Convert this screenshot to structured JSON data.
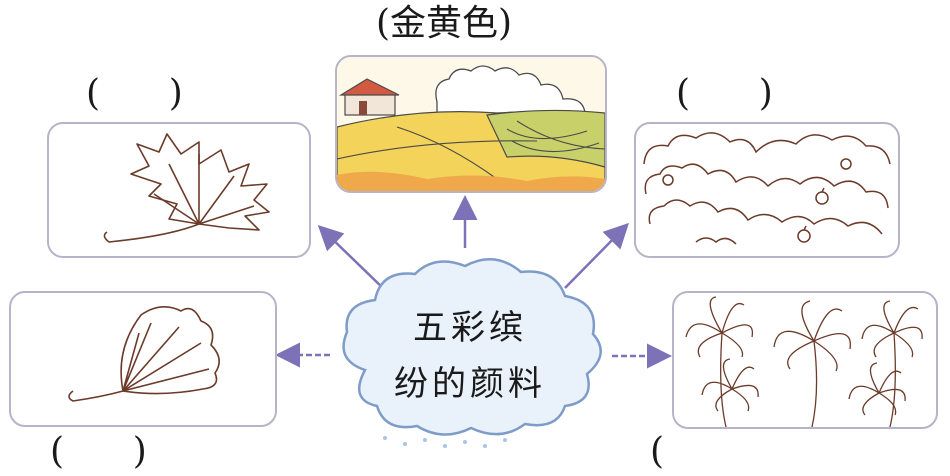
{
  "top_label": {
    "text": "(金黄色)"
  },
  "blank_labels": {
    "top_left": "(      )",
    "top_right": "(      )",
    "bottom_left": "(      )",
    "bottom_right": "("
  },
  "center": {
    "line1": "五彩缤",
    "line2": "纷的颜料"
  },
  "colors": {
    "border": "#b9b3c9",
    "arrow": "#7d72b8",
    "cloud_stroke": "#7f9cc8",
    "cloud_fill": "#e9f1fb",
    "line_drawing": "#6b3b2a",
    "field_yellow": "#f3d35a",
    "field_green": "#c8d06a"
  },
  "icons": [
    "maple-leaf-icon",
    "field-scene-icon",
    "tree-canopy-icon",
    "ginkgo-leaf-icon",
    "chrysanthemum-icon",
    "cloud-icon"
  ]
}
